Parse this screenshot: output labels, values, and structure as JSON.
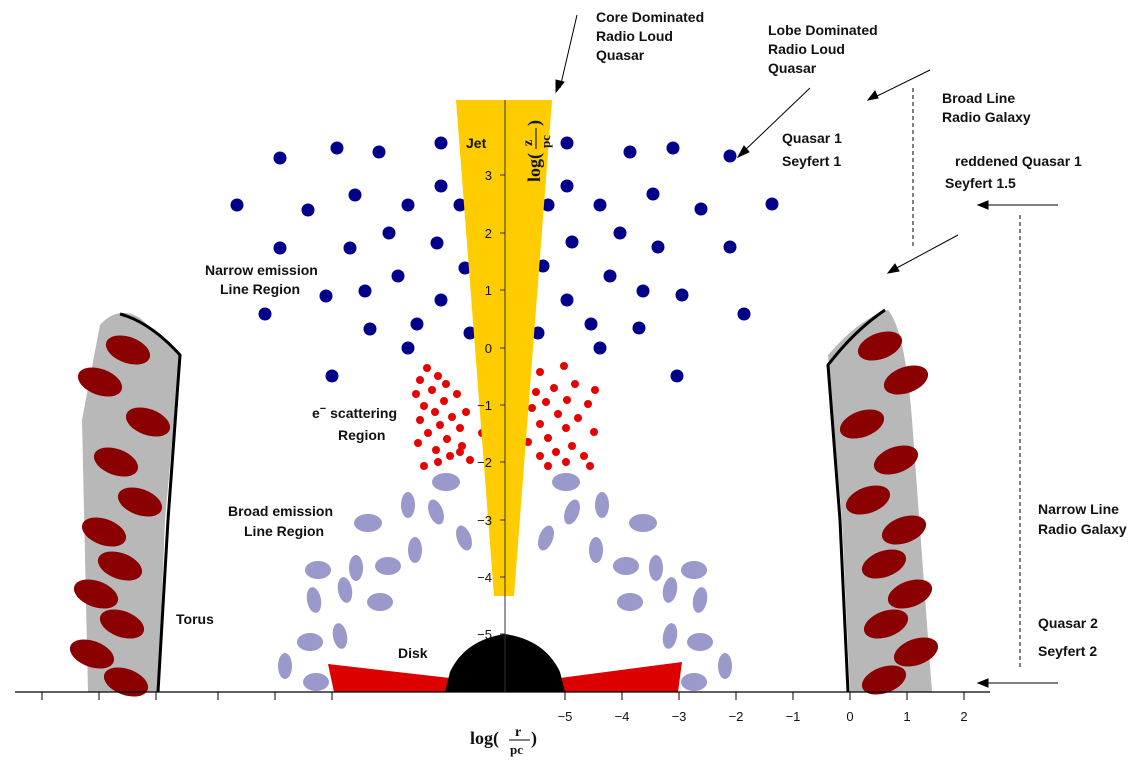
{
  "labels": {
    "core_dominated": [
      "Core Dominated",
      "Radio Loud",
      "Quasar"
    ],
    "lobe_dominated": [
      "Lobe Dominated",
      "Radio Loud",
      "Quasar"
    ],
    "broad_line_rg": [
      "Broad Line",
      "Radio Galaxy"
    ],
    "quasar1": "Quasar 1",
    "seyfert1": "Seyfert 1",
    "reddened_quasar": "reddened Quasar 1",
    "seyfert15": "Seyfert 1.5",
    "narrow_line_rg": [
      "Narrow Line",
      "Radio Galaxy"
    ],
    "quasar2": "Quasar 2",
    "seyfert2": "Seyfert 2",
    "jet": "Jet",
    "nlr": [
      "Narrow emission",
      "Line Region"
    ],
    "escatter_e": "e",
    "escatter_rest": " scattering",
    "escatter_region": "Region",
    "blr": [
      "Broad emission",
      "Line Region"
    ],
    "torus": "Torus",
    "disk": "Disk",
    "x_axis_label": "log(",
    "x_axis_frac_num": "r",
    "x_axis_frac_den": "pc",
    "y_axis_label": "log(",
    "y_axis_frac_num": "z",
    "y_axis_frac_den": "pc"
  },
  "axes": {
    "x_ticks": [
      "−5",
      "−4",
      "−3",
      "−2",
      "−1",
      "0",
      "1",
      "2"
    ],
    "y_ticks": [
      "3",
      "2",
      "1",
      "0",
      "−1",
      "−2",
      "−3",
      "−4",
      "−5"
    ]
  },
  "colors": {
    "jet": "#ffcc00",
    "nlr_cloud": "#00008b",
    "scatter_dot": "#e60000",
    "blr_cloud": "#9999cc",
    "torus_fill": "#b8b8b8",
    "torus_cloud": "#8b0000",
    "disk": "#000000",
    "accretion_wedge": "#dd0000"
  }
}
